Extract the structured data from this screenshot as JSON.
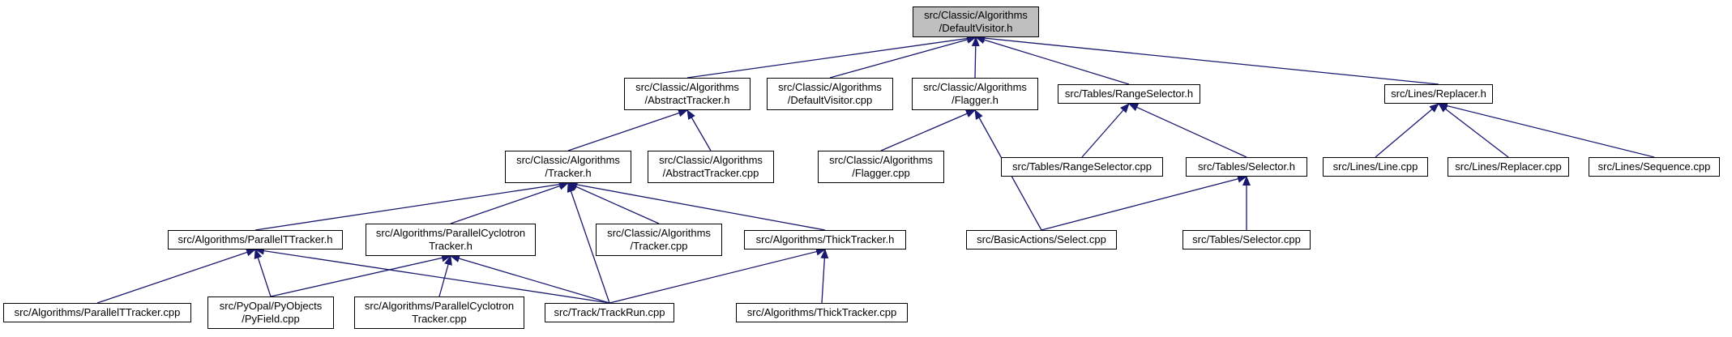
{
  "colors": {
    "edge": "#191970",
    "node_border": "#000000",
    "current_node_fill": "#bfbfbf"
  },
  "nodes": {
    "defaultvisitor_h": {
      "line1": "src/Classic/Algorithms",
      "line2": "/DefaultVisitor.h"
    },
    "abstracttracker_h": {
      "line1": "src/Classic/Algorithms",
      "line2": "/AbstractTracker.h"
    },
    "defaultvisitor_cpp": {
      "line1": "src/Classic/Algorithms",
      "line2": "/DefaultVisitor.cpp"
    },
    "flagger_h": {
      "line1": "src/Classic/Algorithms",
      "line2": "/Flagger.h"
    },
    "rangeselector_h": {
      "line1": "src/Tables/RangeSelector.h"
    },
    "replacer_h": {
      "line1": "src/Lines/Replacer.h"
    },
    "tracker_h": {
      "line1": "src/Classic/Algorithms",
      "line2": "/Tracker.h"
    },
    "abstracttracker_cpp": {
      "line1": "src/Classic/Algorithms",
      "line2": "/AbstractTracker.cpp"
    },
    "flagger_cpp": {
      "line1": "src/Classic/Algorithms",
      "line2": "/Flagger.cpp"
    },
    "rangeselector_cpp": {
      "line1": "src/Tables/RangeSelector.cpp"
    },
    "selector_h": {
      "line1": "src/Tables/Selector.h"
    },
    "line_cpp": {
      "line1": "src/Lines/Line.cpp"
    },
    "replacer_cpp": {
      "line1": "src/Lines/Replacer.cpp"
    },
    "sequence_cpp": {
      "line1": "src/Lines/Sequence.cpp"
    },
    "paralleltt_h": {
      "line1": "src/Algorithms/ParallelTTracker.h"
    },
    "parallelcyc_h": {
      "line1": "src/Algorithms/ParallelCyclotron",
      "line2": "Tracker.h"
    },
    "tracker_cpp": {
      "line1": "src/Classic/Algorithms",
      "line2": "/Tracker.cpp"
    },
    "thicktracker_h": {
      "line1": "src/Algorithms/ThickTracker.h"
    },
    "select_cpp": {
      "line1": "src/BasicActions/Select.cpp"
    },
    "selector_cpp": {
      "line1": "src/Tables/Selector.cpp"
    },
    "paralleltt_cpp": {
      "line1": "src/Algorithms/ParallelTTracker.cpp"
    },
    "pyfield_cpp": {
      "line1": "src/PyOpal/PyObjects",
      "line2": "/PyField.cpp"
    },
    "parallelcyc_cpp": {
      "line1": "src/Algorithms/ParallelCyclotron",
      "line2": "Tracker.cpp"
    },
    "trackrun_cpp": {
      "line1": "src/Track/TrackRun.cpp"
    },
    "thicktracker_cpp": {
      "line1": "src/Algorithms/ThickTracker.cpp"
    }
  },
  "edges": [
    [
      "abstracttracker_h",
      "defaultvisitor_h"
    ],
    [
      "defaultvisitor_cpp",
      "defaultvisitor_h"
    ],
    [
      "flagger_h",
      "defaultvisitor_h"
    ],
    [
      "rangeselector_h",
      "defaultvisitor_h"
    ],
    [
      "replacer_h",
      "defaultvisitor_h"
    ],
    [
      "tracker_h",
      "abstracttracker_h"
    ],
    [
      "abstracttracker_cpp",
      "abstracttracker_h"
    ],
    [
      "flagger_cpp",
      "flagger_h"
    ],
    [
      "select_cpp",
      "flagger_h"
    ],
    [
      "rangeselector_cpp",
      "rangeselector_h"
    ],
    [
      "selector_h",
      "rangeselector_h"
    ],
    [
      "line_cpp",
      "replacer_h"
    ],
    [
      "replacer_cpp",
      "replacer_h"
    ],
    [
      "sequence_cpp",
      "replacer_h"
    ],
    [
      "paralleltt_h",
      "tracker_h"
    ],
    [
      "parallelcyc_h",
      "tracker_h"
    ],
    [
      "tracker_cpp",
      "tracker_h"
    ],
    [
      "thicktracker_h",
      "tracker_h"
    ],
    [
      "trackrun_cpp",
      "tracker_h"
    ],
    [
      "select_cpp",
      "selector_h"
    ],
    [
      "selector_cpp",
      "selector_h"
    ],
    [
      "paralleltt_cpp",
      "paralleltt_h"
    ],
    [
      "pyfield_cpp",
      "paralleltt_h"
    ],
    [
      "trackrun_cpp",
      "paralleltt_h"
    ],
    [
      "pyfield_cpp",
      "parallelcyc_h"
    ],
    [
      "parallelcyc_cpp",
      "parallelcyc_h"
    ],
    [
      "trackrun_cpp",
      "parallelcyc_h"
    ],
    [
      "trackrun_cpp",
      "thicktracker_h"
    ],
    [
      "thicktracker_cpp",
      "thicktracker_h"
    ]
  ]
}
